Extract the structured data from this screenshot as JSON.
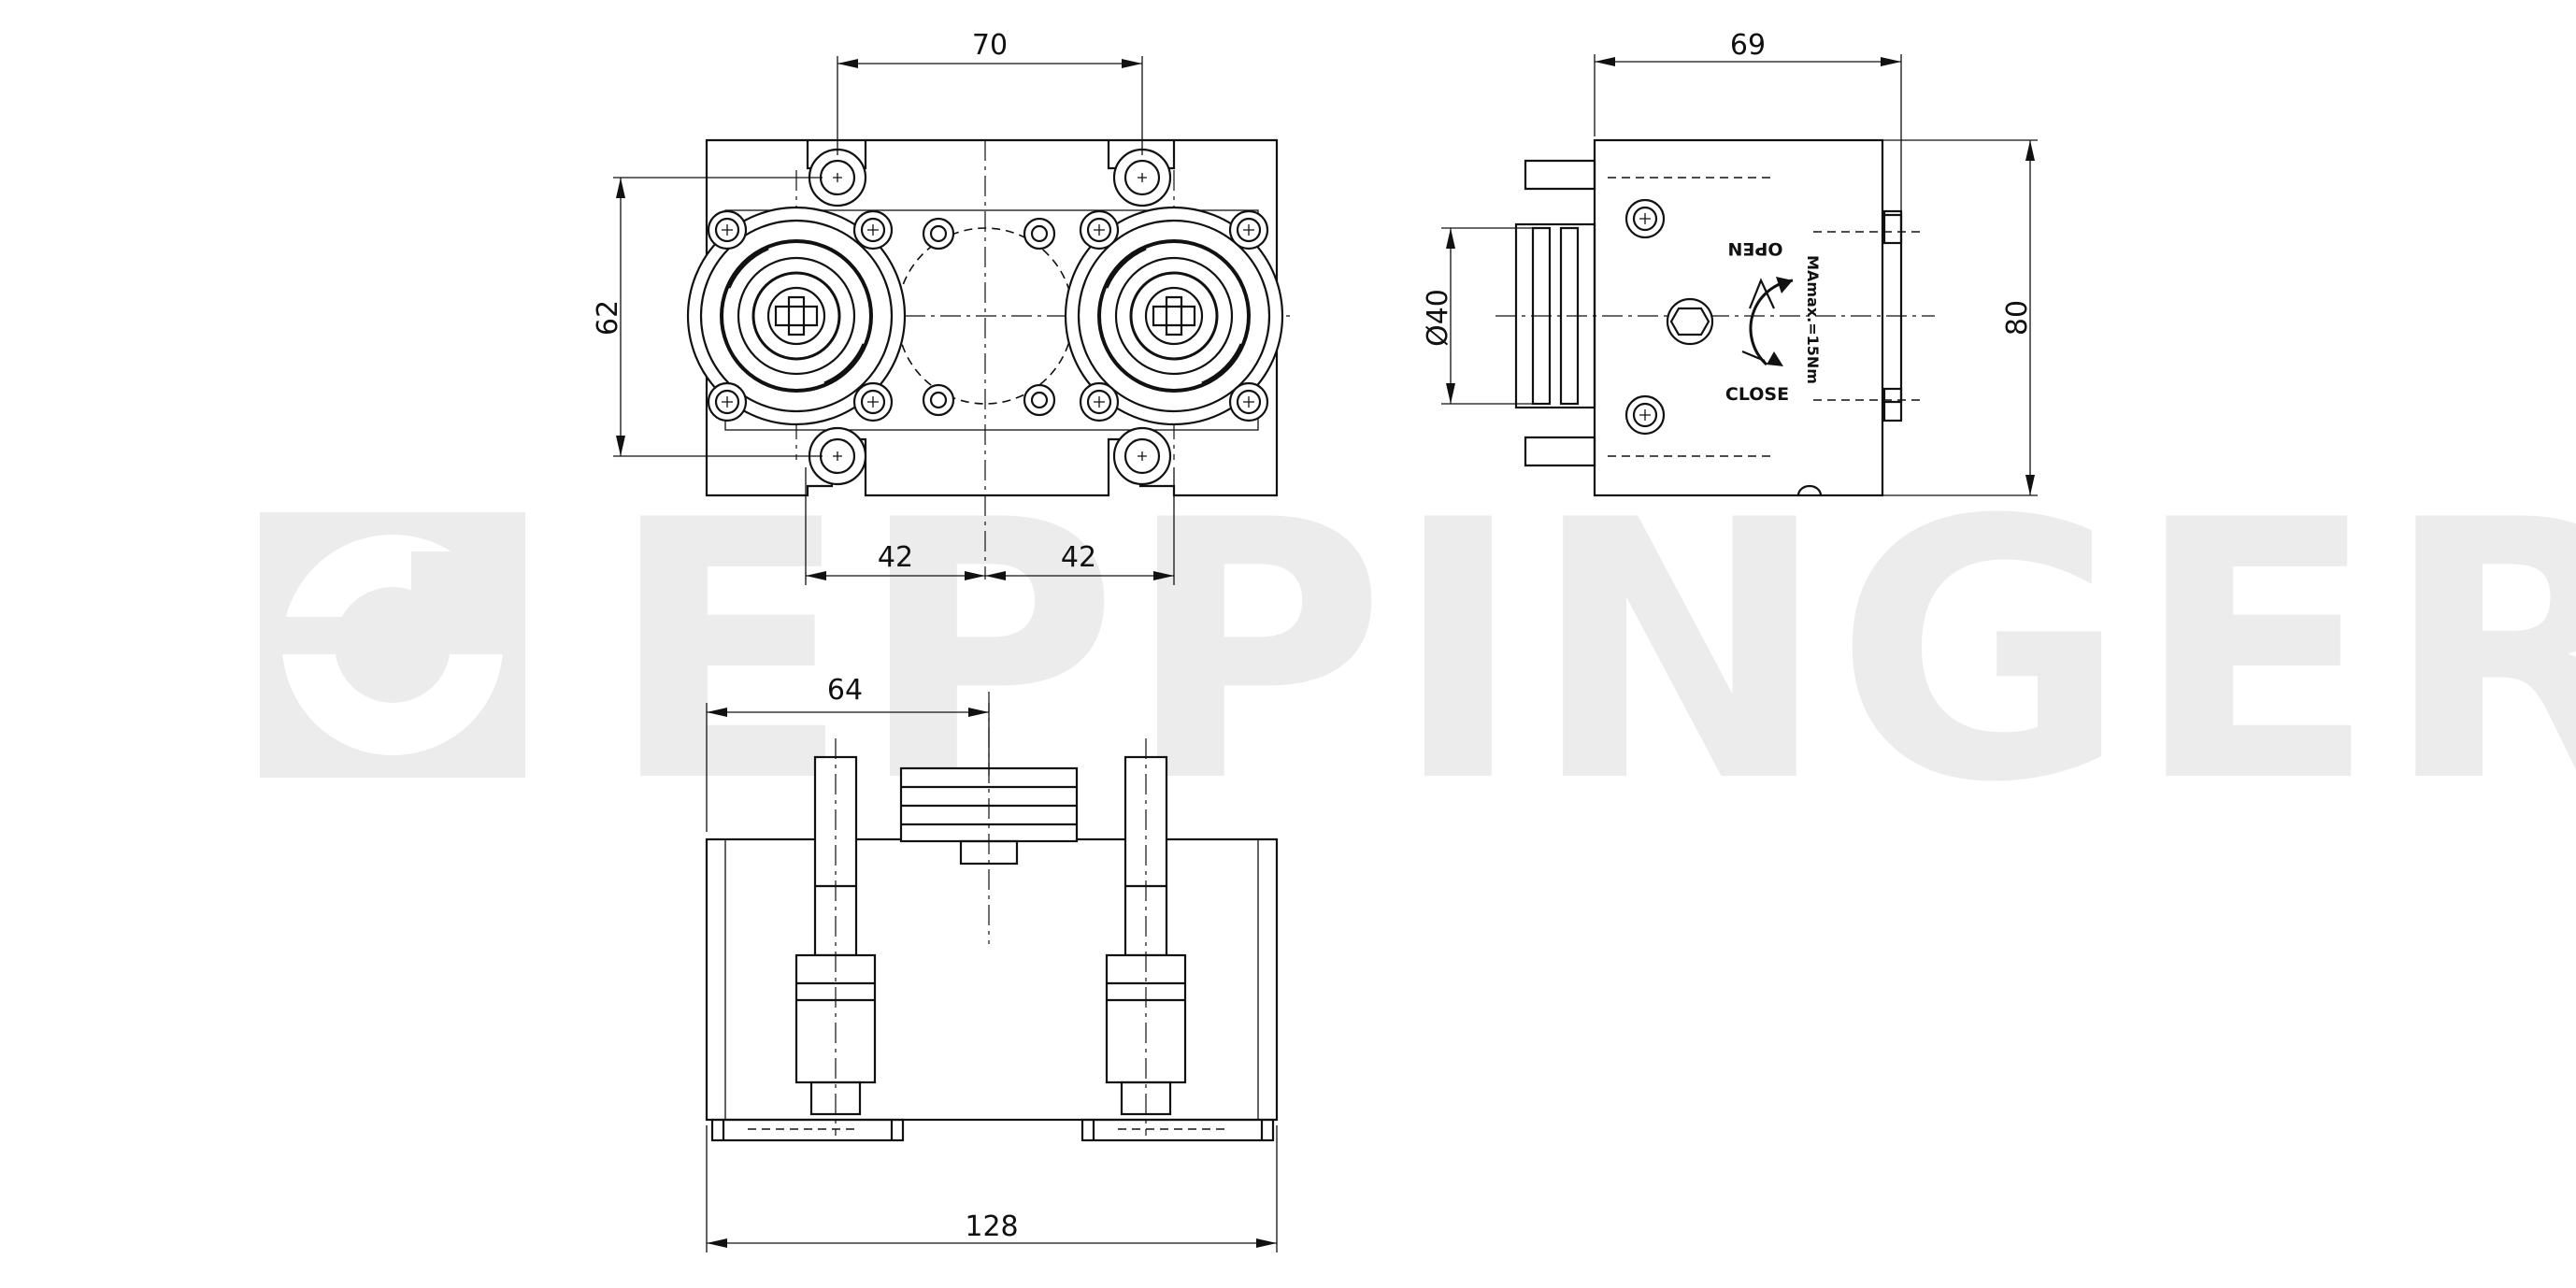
{
  "brand": {
    "watermark": "EPPINGER"
  },
  "dimensions": {
    "front_width_holes": "70",
    "front_height": "62",
    "front_left_offset": "42",
    "front_right_offset": "42",
    "side_depth": "69",
    "side_height": "80",
    "side_diameter": "Ø40",
    "top_half_width": "64",
    "top_total_width": "128"
  },
  "labels": {
    "open": "OPEN",
    "close": "CLOSE",
    "torque": "MAmax.=15Nm"
  },
  "colors": {
    "line": "#111111",
    "watermark": "#ececec",
    "background": "#ffffff"
  }
}
